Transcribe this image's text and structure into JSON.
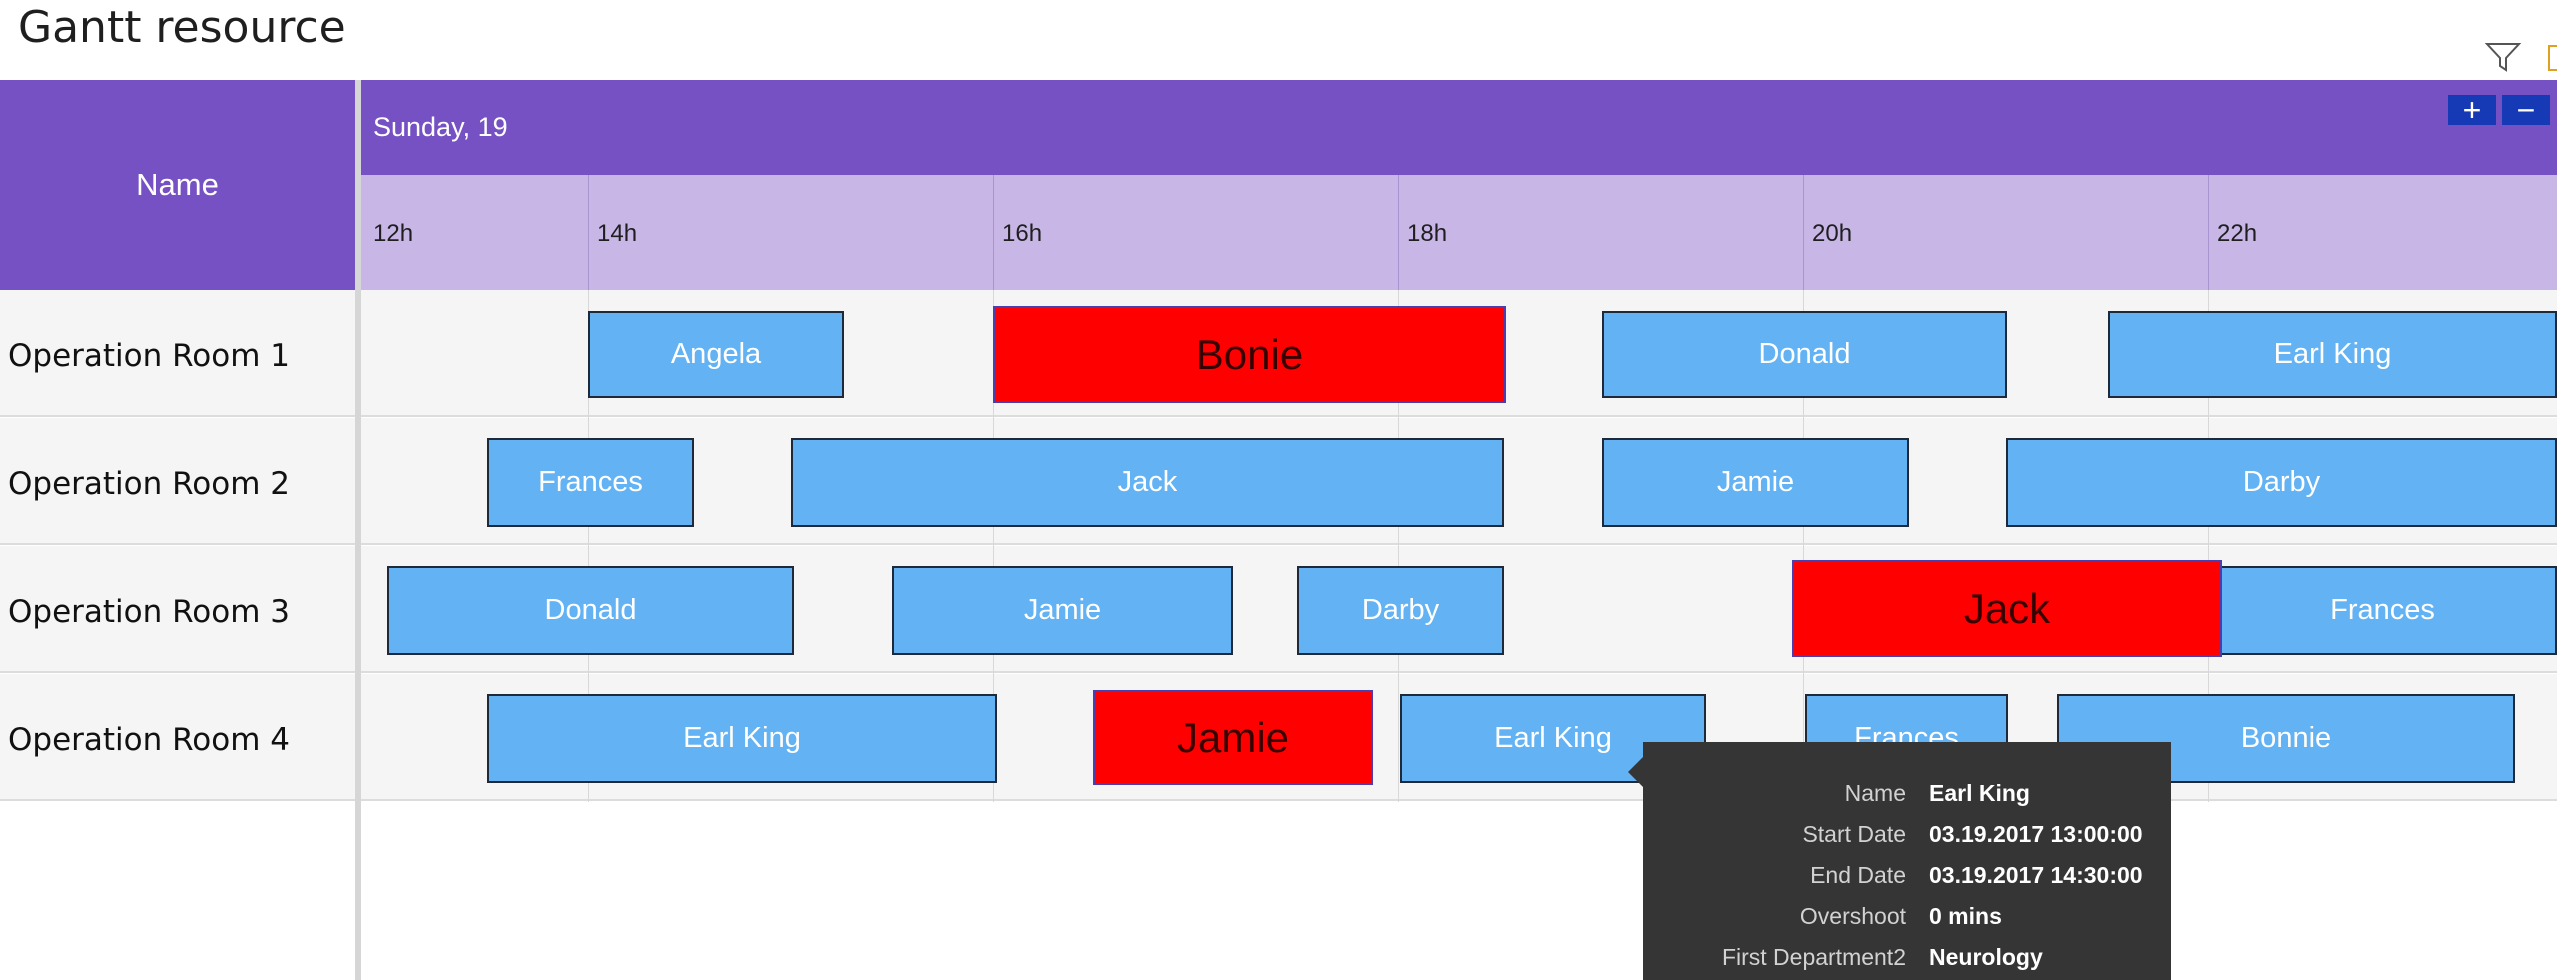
{
  "title": "Gantt resource",
  "header": {
    "name_column": "Name",
    "date": "Sunday, 19",
    "zoom_in": "+",
    "zoom_out": "−",
    "hours": [
      "12h",
      "14h",
      "16h",
      "18h",
      "20h",
      "22h"
    ]
  },
  "icons": {
    "filter": "filter-icon"
  },
  "rows": [
    {
      "label": "Operation Room 1"
    },
    {
      "label": "Operation Room 2"
    },
    {
      "label": "Operation Room 3"
    },
    {
      "label": "Operation Room 4"
    }
  ],
  "tasks": [
    {
      "name": "Angela",
      "row": 1,
      "status": "normal"
    },
    {
      "name": "Bonie",
      "row": 1,
      "status": "overshoot"
    },
    {
      "name": "Donald",
      "row": 1,
      "status": "normal"
    },
    {
      "name": "Earl King",
      "row": 1,
      "status": "normal"
    },
    {
      "name": "Frances",
      "row": 2,
      "status": "normal"
    },
    {
      "name": "Jack",
      "row": 2,
      "status": "normal"
    },
    {
      "name": "Jamie",
      "row": 2,
      "status": "normal"
    },
    {
      "name": "Darby",
      "row": 2,
      "status": "normal"
    },
    {
      "name": "Donald",
      "row": 3,
      "status": "normal"
    },
    {
      "name": "Jamie",
      "row": 3,
      "status": "normal"
    },
    {
      "name": "Darby",
      "row": 3,
      "status": "normal"
    },
    {
      "name": "Jack",
      "row": 3,
      "status": "overshoot"
    },
    {
      "name": "Frances",
      "row": 3,
      "status": "normal"
    },
    {
      "name": "Earl King",
      "row": 4,
      "status": "normal"
    },
    {
      "name": "Jamie",
      "row": 4,
      "status": "overshoot"
    },
    {
      "name": "Earl King",
      "row": 4,
      "status": "normal"
    },
    {
      "name": "Frances",
      "row": 4,
      "status": "normal"
    },
    {
      "name": "Bonnie",
      "row": 4,
      "status": "normal"
    }
  ],
  "tooltip": {
    "fields": [
      {
        "key": "Name",
        "value": "Earl King"
      },
      {
        "key": "Start Date",
        "value": "03.19.2017 13:00:00"
      },
      {
        "key": "End Date",
        "value": "03.19.2017 14:30:00"
      },
      {
        "key": "Overshoot",
        "value": "0 mins"
      },
      {
        "key": "First Department2",
        "value": "Neurology"
      }
    ]
  },
  "colors": {
    "header_purple": "#7551c4",
    "hour_band": "#c7b6e6",
    "task_blue": "#63b2f3",
    "overshoot_red": "#ff0000",
    "zoom_button": "#1639b5",
    "tooltip_bg": "#353535"
  }
}
